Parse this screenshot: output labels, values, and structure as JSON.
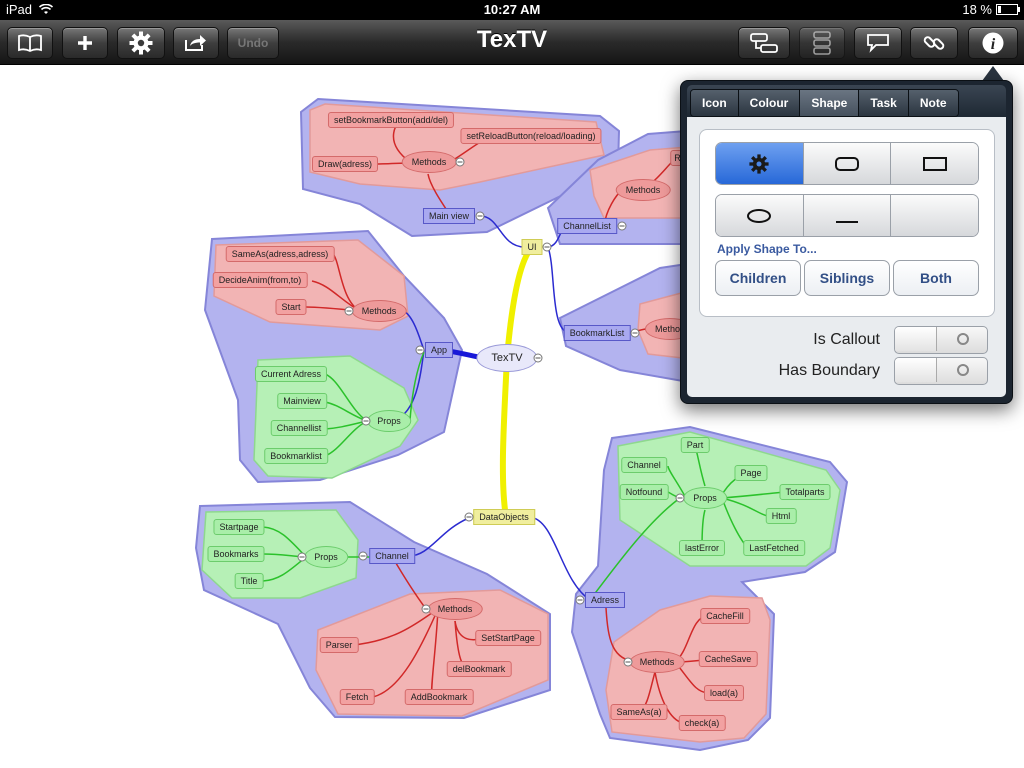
{
  "status": {
    "device": "iPad",
    "time": "10:27 AM",
    "battery": "18 %"
  },
  "toolbar": {
    "title": "TexTV",
    "undo_label": "Undo",
    "left_buttons": [
      "book-icon",
      "plus-icon",
      "gear-icon",
      "share-icon"
    ],
    "right_buttons": [
      "link-nodes-icon",
      "relink-icon",
      "callout-icon",
      "link-icon",
      "info-icon"
    ]
  },
  "mindmap": {
    "root": "TexTV",
    "nodes": {
      "ui": "UI",
      "app": "App",
      "dataobjects": "DataObjects",
      "mainview": "Main view",
      "mv_methods": "Methods",
      "setbookmark": "setBookmarkButton(add/del)",
      "setreload": "setReloadButton(reload/loading)",
      "draw": "Draw(adress)",
      "channellist": "ChannelList",
      "cl_methods": "Methods",
      "cl_partial": "Re",
      "bookmarklist": "BookmarkList",
      "bl_methods": "Method",
      "app_methods": "Methods",
      "sameas1": "SameAs(adress,adress)",
      "decideanim": "DecideAnim(from,to)",
      "start": "Start",
      "app_props": "Props",
      "currentadress": "Current Adress",
      "mainview_p": "Mainview",
      "channellist_p": "Channellist",
      "bookmarklist_p": "Bookmarklist",
      "channel": "Channel",
      "ch_props": "Props",
      "startpage": "Startpage",
      "bookmarks": "Bookmarks",
      "title": "Title",
      "ch_methods": "Methods",
      "parser": "Parser",
      "setstartpage": "SetStartPage",
      "delbookmark": "delBookmark",
      "fetch": "Fetch",
      "addbookmark": "AddBookmark",
      "adress": "Adress",
      "ad_props": "Props",
      "part": "Part",
      "channel2": "Channel",
      "page": "Page",
      "notfound": "Notfound",
      "totalparts": "Totalparts",
      "html": "Html",
      "lasterror": "lastError",
      "lastfetched": "LastFetched",
      "ad_methods": "Methods",
      "cachefill": "CacheFill",
      "cachesave": "CacheSave",
      "load": "load(a)",
      "sameas2": "SameAs(a)",
      "check": "check(a)"
    }
  },
  "popover": {
    "tabs": [
      "Icon",
      "Colour",
      "Shape",
      "Task",
      "Note"
    ],
    "active_tab": "Shape",
    "shapes_row1": [
      "gear-icon",
      "rounded-rect-icon",
      "rect-icon"
    ],
    "shapes_row2": [
      "ellipse-icon",
      "underline-icon",
      ""
    ],
    "selected_shape": "gear-icon",
    "apply_label": "Apply Shape To...",
    "apply_buttons": [
      "Children",
      "Siblings",
      "Both"
    ],
    "is_callout_label": "Is Callout",
    "has_boundary_label": "Has Boundary",
    "is_callout": false,
    "has_boundary": false
  }
}
